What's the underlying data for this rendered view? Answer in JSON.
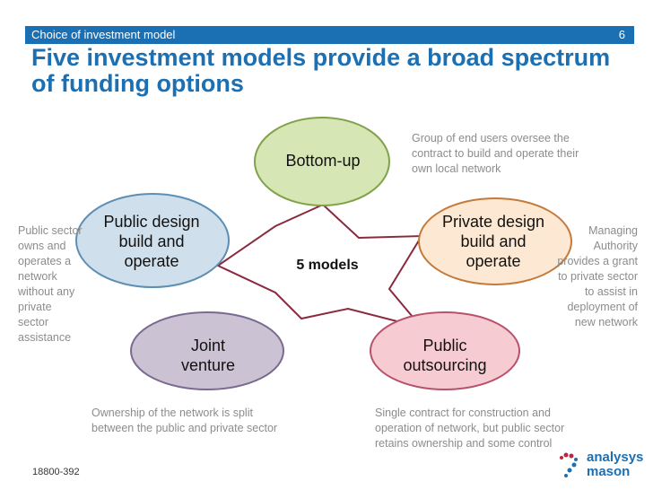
{
  "header": {
    "section": "Choice of investment model",
    "page_number": "6"
  },
  "title": "Five investment models provide a broad spectrum of funding options",
  "center_label": "5 models",
  "nodes": [
    {
      "label": "Bottom-up",
      "fill": "#d6e6b4",
      "stroke": "#7fa24a"
    },
    {
      "label": "Private design build and operate",
      "fill": "#fde9d3",
      "stroke": "#c47a3a"
    },
    {
      "label": "Public outsourcing",
      "fill": "#f6ccd2",
      "stroke": "#b7526a"
    },
    {
      "label": "Joint venture",
      "fill": "#cbc3d4",
      "stroke": "#7b6a90"
    },
    {
      "label": "Public design build and operate",
      "fill": "#cfdfeb",
      "stroke": "#5c8fb3"
    }
  ],
  "annotations": {
    "bottom_up": "Group of end users oversee the contract to build and operate their own local network",
    "private": "Managing Authority provides a grant to private sector to assist in deployment of new network",
    "public_outsourcing": "Single contract for construction and operation of network, but public sector retains ownership and some control",
    "joint_venture": "Ownership of the network is split between the public and private sector",
    "public_dbo": "Public sector owns and operates a network without any private sector assistance"
  },
  "footer": {
    "doc_id": "18800-392",
    "logo_text_1": "analysys",
    "logo_text_2": "mason"
  },
  "colors": {
    "accent": "#1b6fb3",
    "star_line": "#8a2a3e",
    "annotation": "#8c8c8c"
  }
}
